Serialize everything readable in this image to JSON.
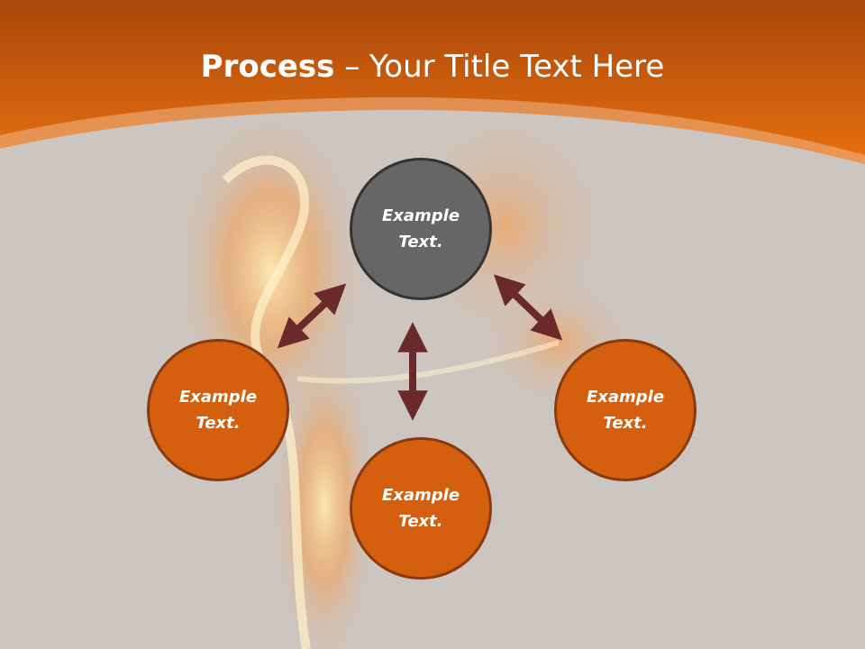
{
  "slide": {
    "title_bold": "Process",
    "title_separator": " – ",
    "title_rest": "Your Title Text Here"
  },
  "nodes": {
    "center": "Example Text.",
    "left": "Example Text.",
    "right": "Example Text.",
    "bottom": "Example Text."
  },
  "colors": {
    "header_orange": "#e0680f",
    "circle_orange": "#d4600f",
    "circle_center": "#666666",
    "arrow": "#6b2a2a",
    "background": "#cdc5bf"
  }
}
